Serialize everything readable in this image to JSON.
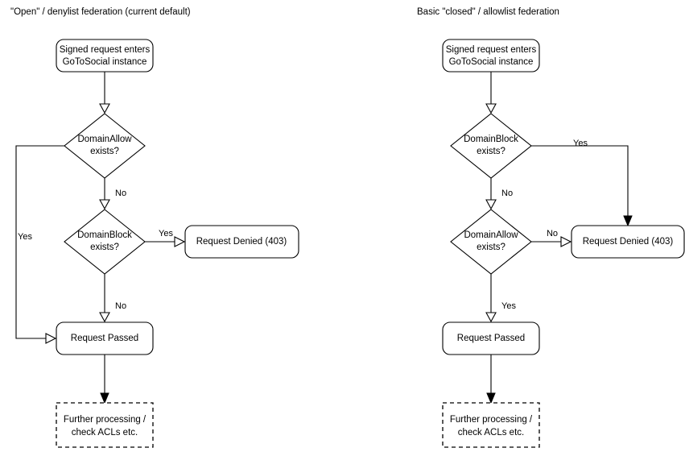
{
  "page": {
    "background_color": "#ffffff",
    "stroke_color": "#000000",
    "text_color": "#000000"
  },
  "diagrams": [
    {
      "id": "open-denylist",
      "title": "\"Open\" / denylist federation (current default)",
      "nodes": {
        "entry": "Signed request enters\nGoToSocial instance",
        "entry_line1": "Signed request enters",
        "entry_line2": "GoToSocial instance",
        "decision1_line1": "DomainAllow",
        "decision1_line2": "exists?",
        "decision2_line1": "DomainBlock",
        "decision2_line2": "exists?",
        "denied": "Request Denied (403)",
        "passed": "Request Passed",
        "further_line1": "Further processing /",
        "further_line2": "check ACLs etc."
      },
      "edges": [
        {
          "from": "entry",
          "to": "decision1",
          "label": ""
        },
        {
          "from": "decision1",
          "to": "passed",
          "label": "Yes"
        },
        {
          "from": "decision1",
          "to": "decision2",
          "label": "No"
        },
        {
          "from": "decision2",
          "to": "denied",
          "label": "Yes"
        },
        {
          "from": "decision2",
          "to": "passed",
          "label": "No"
        },
        {
          "from": "passed",
          "to": "further",
          "label": ""
        }
      ]
    },
    {
      "id": "closed-allowlist",
      "title": "Basic \"closed\" / allowlist federation",
      "nodes": {
        "entry_line1": "Signed request enters",
        "entry_line2": "GoToSocial instance",
        "decision1_line1": "DomainBlock",
        "decision1_line2": "exists?",
        "decision2_line1": "DomainAllow",
        "decision2_line2": "exists?",
        "denied": "Request Denied (403)",
        "passed": "Request Passed",
        "further_line1": "Further processing /",
        "further_line2": "check ACLs etc."
      },
      "edges": [
        {
          "from": "entry",
          "to": "decision1",
          "label": ""
        },
        {
          "from": "decision1",
          "to": "denied",
          "label": "Yes"
        },
        {
          "from": "decision1",
          "to": "decision2",
          "label": "No"
        },
        {
          "from": "decision2",
          "to": "denied",
          "label": "No"
        },
        {
          "from": "decision2",
          "to": "passed",
          "label": "Yes"
        },
        {
          "from": "passed",
          "to": "further",
          "label": ""
        }
      ]
    }
  ]
}
